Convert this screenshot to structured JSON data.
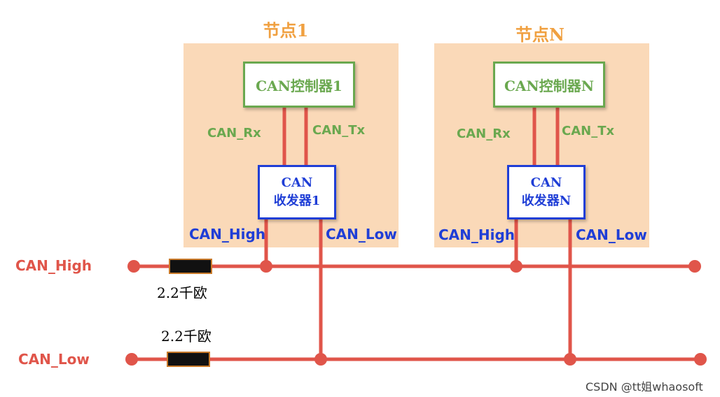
{
  "nodes": [
    {
      "title": "节点1",
      "controller": "CAN控制器1",
      "rx_label": "CAN_Rx",
      "tx_label": "CAN_Tx",
      "transceiver_line1": "CAN",
      "transceiver_line2": "收发器1",
      "high_label": "CAN_High",
      "low_label": "CAN_Low"
    },
    {
      "title": "节点N",
      "controller": "CAN控制器N",
      "rx_label": "CAN_Rx",
      "tx_label": "CAN_Tx",
      "transceiver_line1": "CAN",
      "transceiver_line2": "收发器N",
      "high_label": "CAN_High",
      "low_label": "CAN_Low"
    }
  ],
  "bus": {
    "high_label": "CAN_High",
    "low_label": "CAN_Low",
    "resistor_high": "2.2千欧",
    "resistor_low": "2.2千欧"
  },
  "colors": {
    "wire": "#e0554a",
    "controller": "#6aa84f",
    "transceiver": "#1f3ed6",
    "node_bg": "#fad9b8",
    "title": "#f0a040"
  },
  "watermark": "CSDN @tt姐whaosoft"
}
